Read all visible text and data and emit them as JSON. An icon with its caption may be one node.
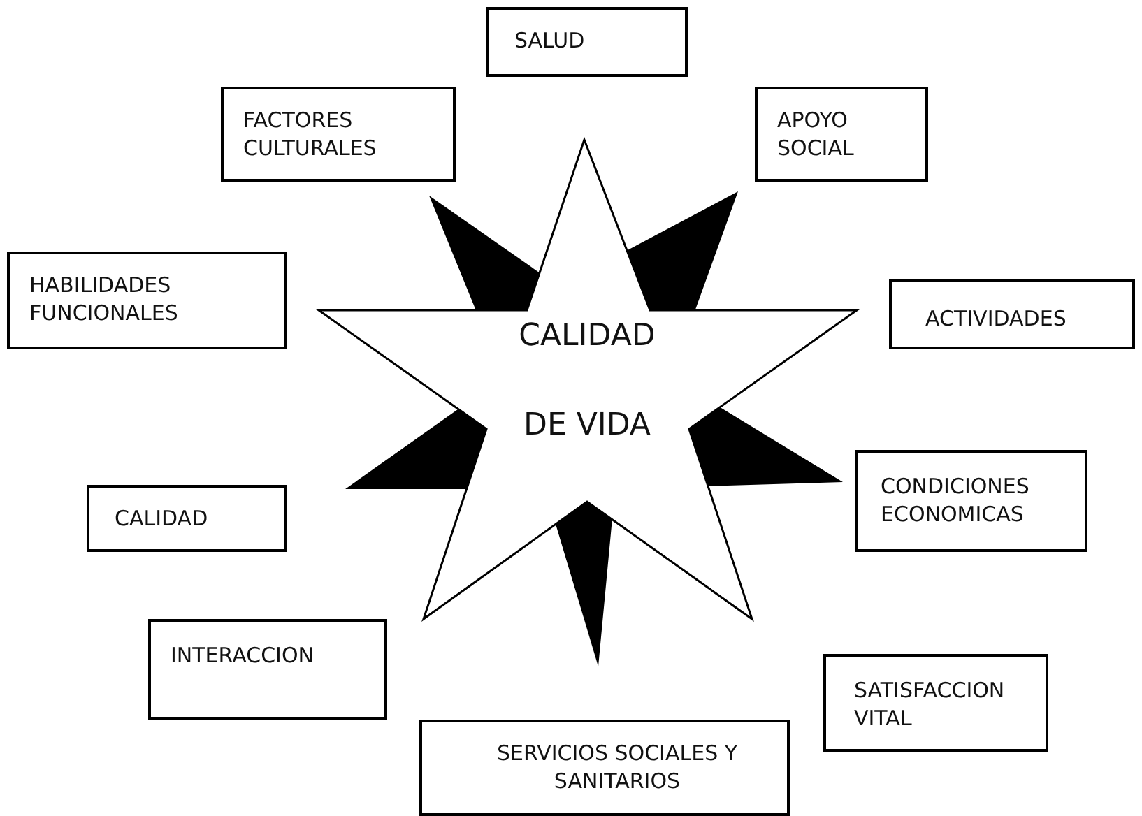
{
  "diagram": {
    "nodes": [
      {
        "text": [
          "SALUD"
        ]
      },
      {
        "text": [
          "FACTORES CULTURALES"
        ]
      },
      {
        "text": [
          "APOYO SOCIAL"
        ]
      },
      {
        "text": [
          "HABILIDADES FUNCIONALES"
        ]
      },
      {
        "text": [
          "ACTIVIDADES"
        ]
      },
      {
        "text": [
          "CALIDAD",
          "DE VIDA"
        ]
      },
      {
        "text": [
          "CONDICIONES ECONOMICAS"
        ]
      },
      {
        "text": [
          "CALIDAD"
        ]
      },
      {
        "text": [
          "INTERACCION"
        ]
      },
      {
        "text": [
          "SATISFACCION VITAL"
        ]
      },
      {
        "text": [
          "SERVICIOS SOCIALES Y SANITARIOS"
        ]
      }
    ]
  }
}
